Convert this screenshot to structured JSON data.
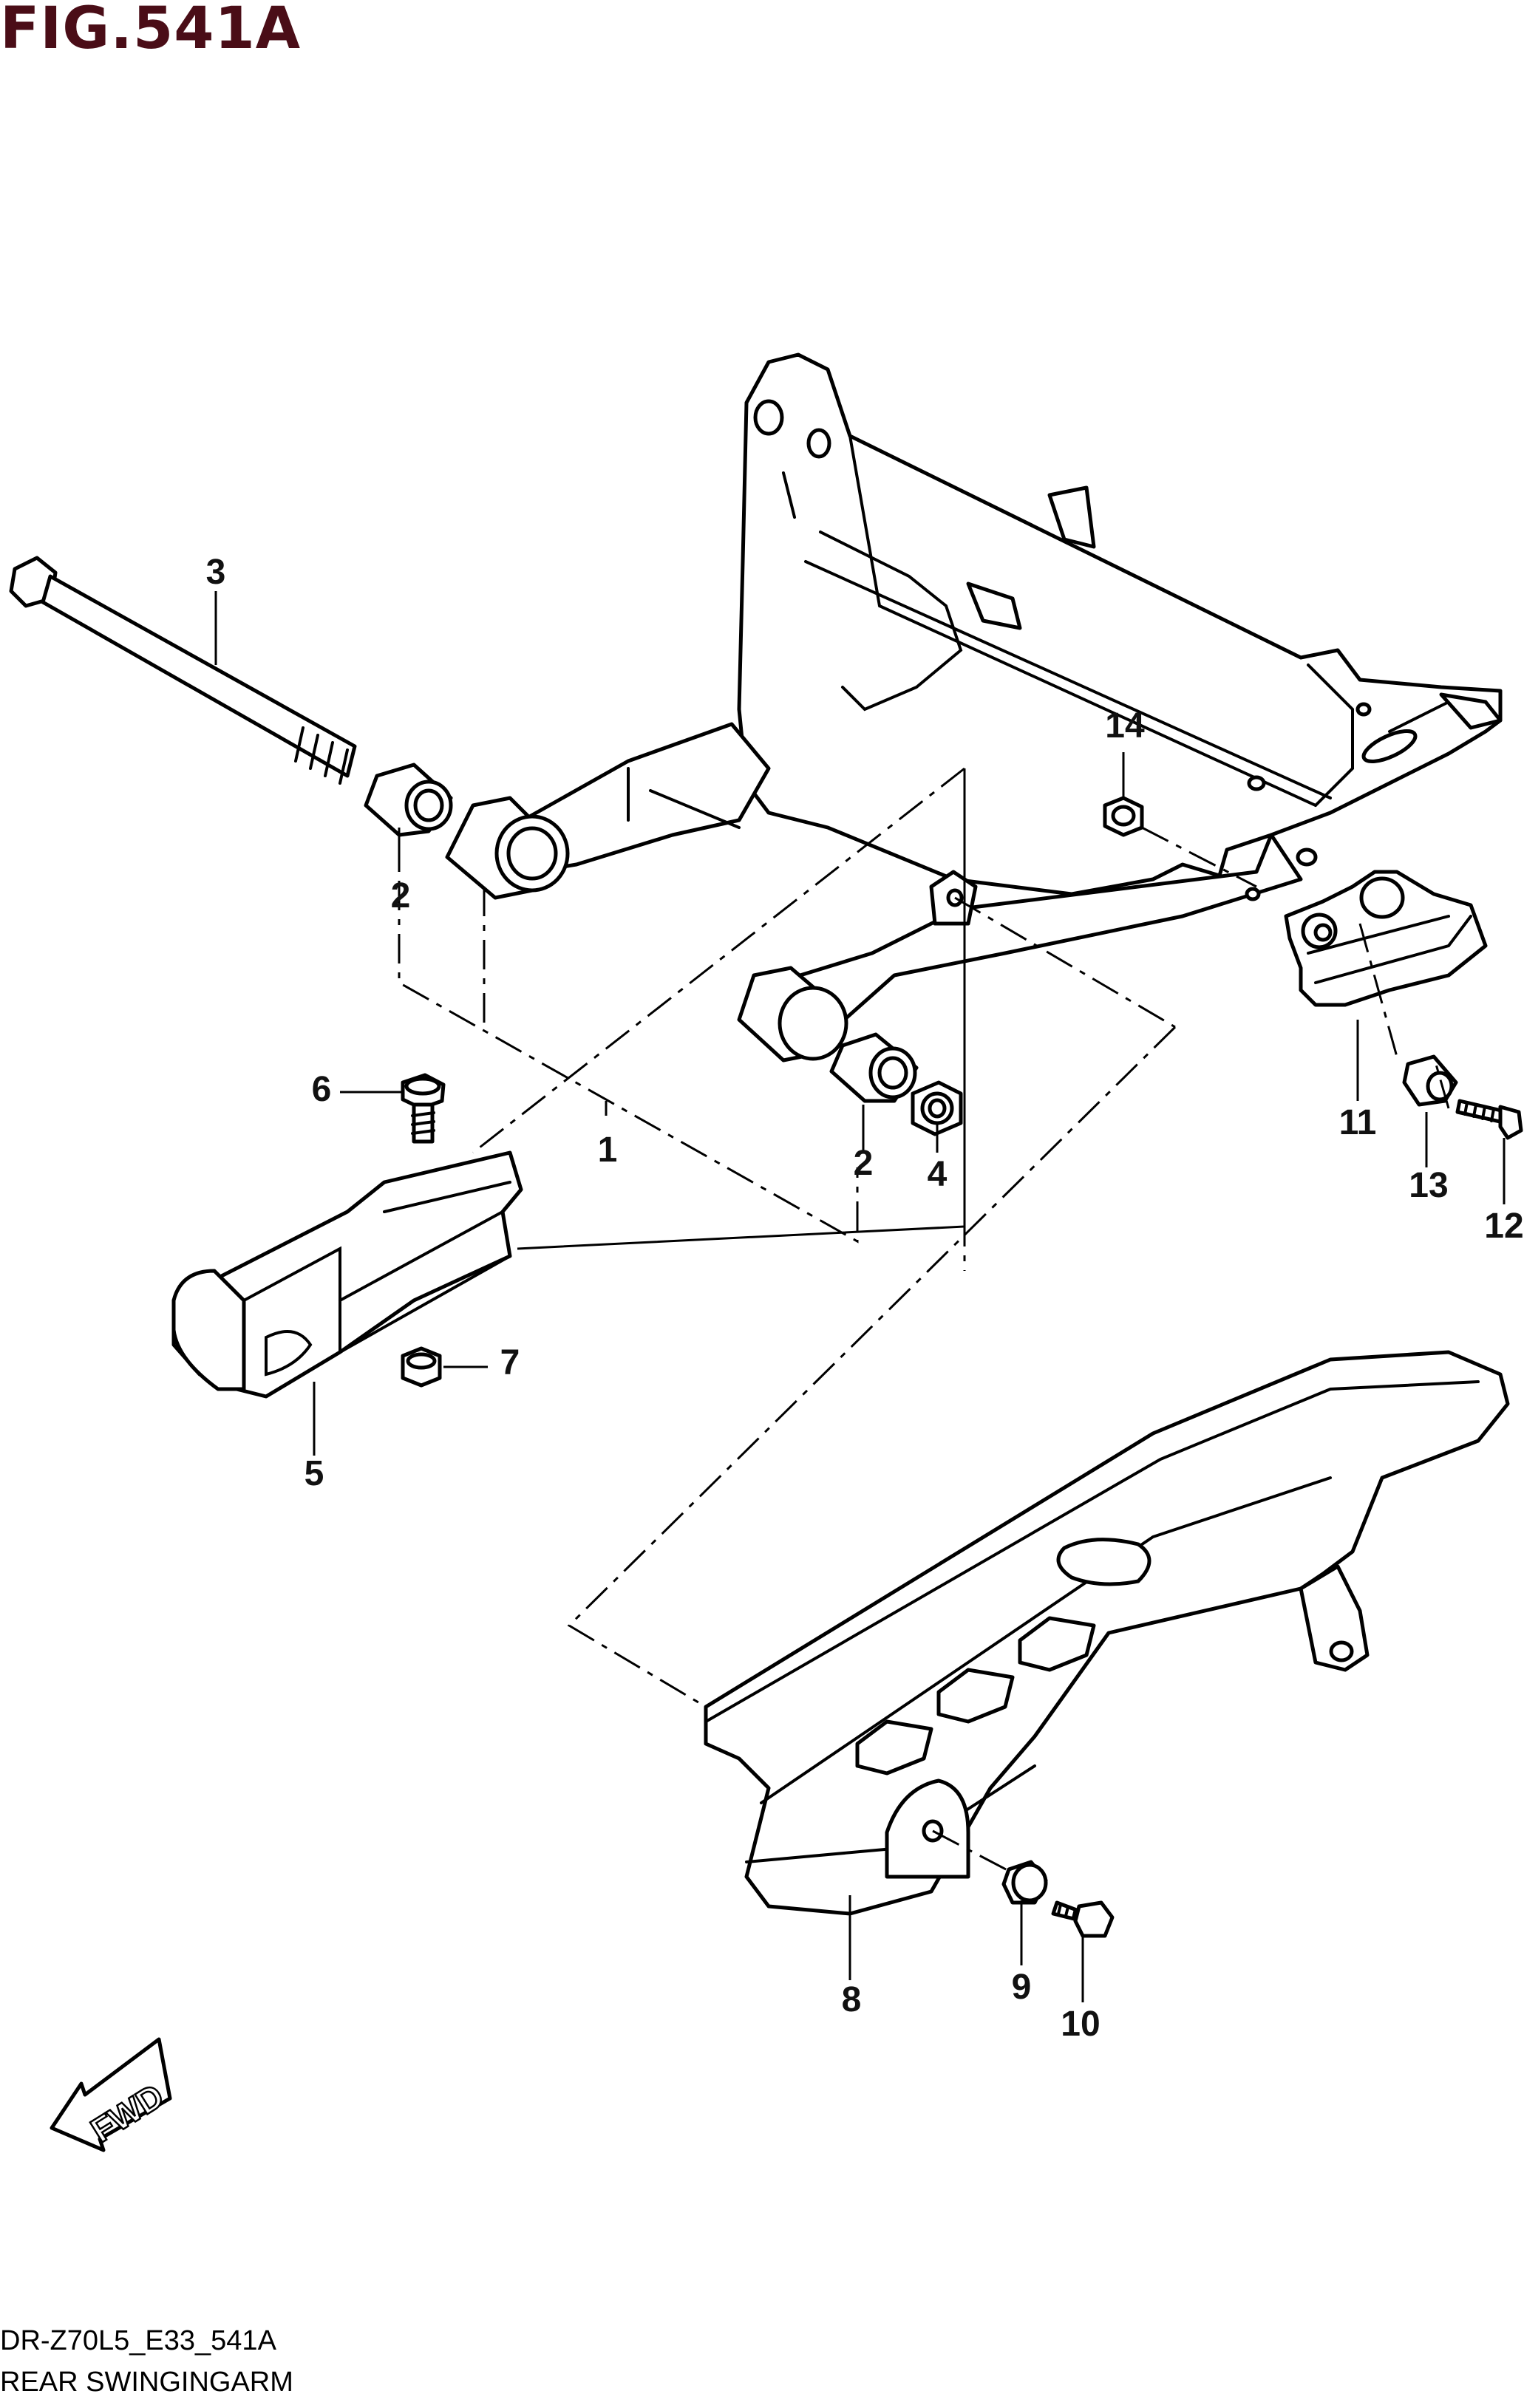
{
  "figure": {
    "title": "FIG.541A",
    "model_code": "DR-Z70L5_E33_541A",
    "name": "REAR SWINGINGARM",
    "title_color": "#4a0d17"
  },
  "direction_badge": {
    "label": "FWD",
    "icon": "fwd-arrow-icon"
  },
  "callouts": [
    {
      "id": "1",
      "label": "1"
    },
    {
      "id": "2a",
      "label": "2"
    },
    {
      "id": "2b",
      "label": "2"
    },
    {
      "id": "3",
      "label": "3"
    },
    {
      "id": "4",
      "label": "4"
    },
    {
      "id": "5",
      "label": "5"
    },
    {
      "id": "6",
      "label": "6"
    },
    {
      "id": "7",
      "label": "7"
    },
    {
      "id": "8",
      "label": "8"
    },
    {
      "id": "9",
      "label": "9"
    },
    {
      "id": "10",
      "label": "10"
    },
    {
      "id": "11",
      "label": "11"
    },
    {
      "id": "12",
      "label": "12"
    },
    {
      "id": "13",
      "label": "13"
    },
    {
      "id": "14",
      "label": "14"
    }
  ]
}
